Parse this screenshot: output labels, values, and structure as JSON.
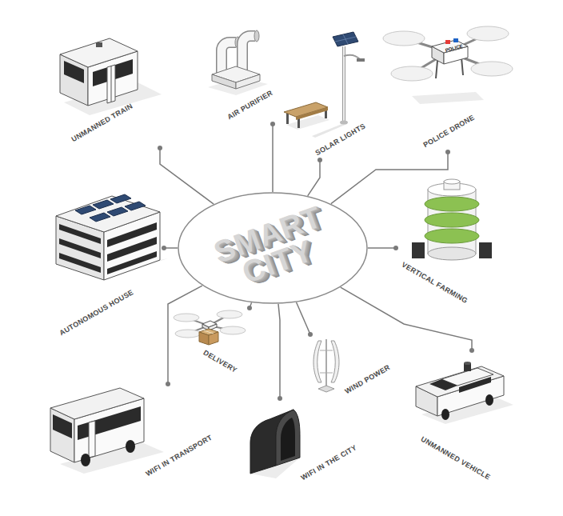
{
  "diagram": {
    "nodes": [
      {
        "text": [
          "SMART CITY"
        ]
      },
      {
        "text": [
          "UNMANNED TRAIN"
        ]
      },
      {
        "text": [
          "AIR PURIFIER"
        ]
      },
      {
        "text": [
          "SOLAR LIGHTS"
        ]
      },
      {
        "text": [
          "POLICE DRONE"
        ]
      },
      {
        "text": [
          "AUTONOMOUS HOUSE"
        ]
      },
      {
        "text": [
          "VERTICAL FARMING"
        ]
      },
      {
        "text": [
          "DELIVERY"
        ]
      },
      {
        "text": [
          "WIND POWER"
        ]
      },
      {
        "text": [
          "WIFI IN TRANSPORT"
        ]
      },
      {
        "text": [
          "WIFI IN THE CITY"
        ]
      },
      {
        "text": [
          "UNMANNED VEHICLE"
        ]
      }
    ],
    "edges": [
      {
        "from": 0,
        "to": 1,
        "arrow": "none"
      },
      {
        "from": 0,
        "to": 2,
        "arrow": "none"
      },
      {
        "from": 0,
        "to": 3,
        "arrow": "none"
      },
      {
        "from": 0,
        "to": 4,
        "arrow": "none"
      },
      {
        "from": 0,
        "to": 5,
        "arrow": "none"
      },
      {
        "from": 0,
        "to": 6,
        "arrow": "none"
      },
      {
        "from": 0,
        "to": 7,
        "arrow": "none"
      },
      {
        "from": 0,
        "to": 8,
        "arrow": "none"
      },
      {
        "from": 0,
        "to": 9,
        "arrow": "none"
      },
      {
        "from": 0,
        "to": 10,
        "arrow": "none"
      },
      {
        "from": 0,
        "to": 11,
        "arrow": "none"
      }
    ],
    "labels": [
      "POLICE"
    ]
  }
}
